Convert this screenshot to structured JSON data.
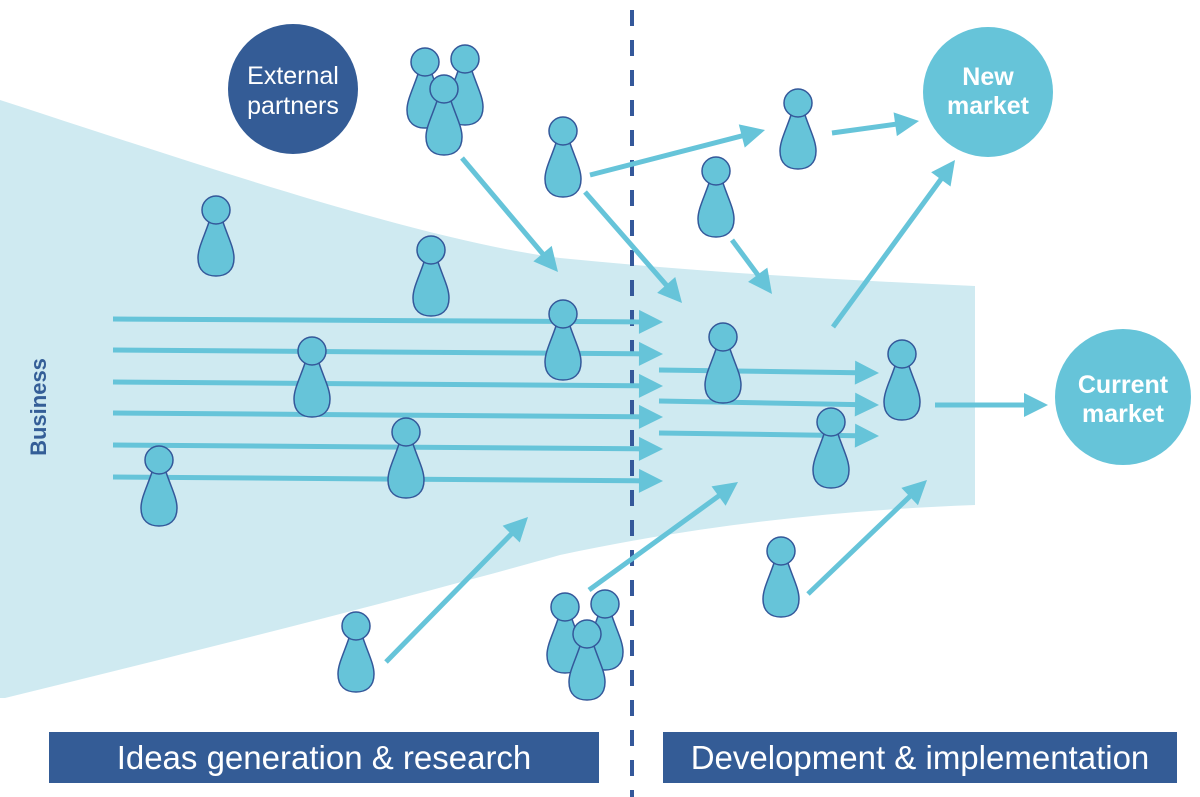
{
  "colors": {
    "funnel": "#cfeaf1",
    "pawn_fill": "#66c4d9",
    "pawn_stroke": "#34589a",
    "arrow": "#66c4d9",
    "dark_blue": "#345c96",
    "market_circle": "#66c4d9",
    "divider": "#34589a"
  },
  "side_label": "Business",
  "external_partners": {
    "line1": "External",
    "line2": "partners"
  },
  "new_market": {
    "line1": "New",
    "line2": "market"
  },
  "current_market": {
    "line1": "Current",
    "line2": "market"
  },
  "phases": [
    {
      "label": "Ideas generation & research"
    },
    {
      "label": "Development & implementation"
    }
  ]
}
